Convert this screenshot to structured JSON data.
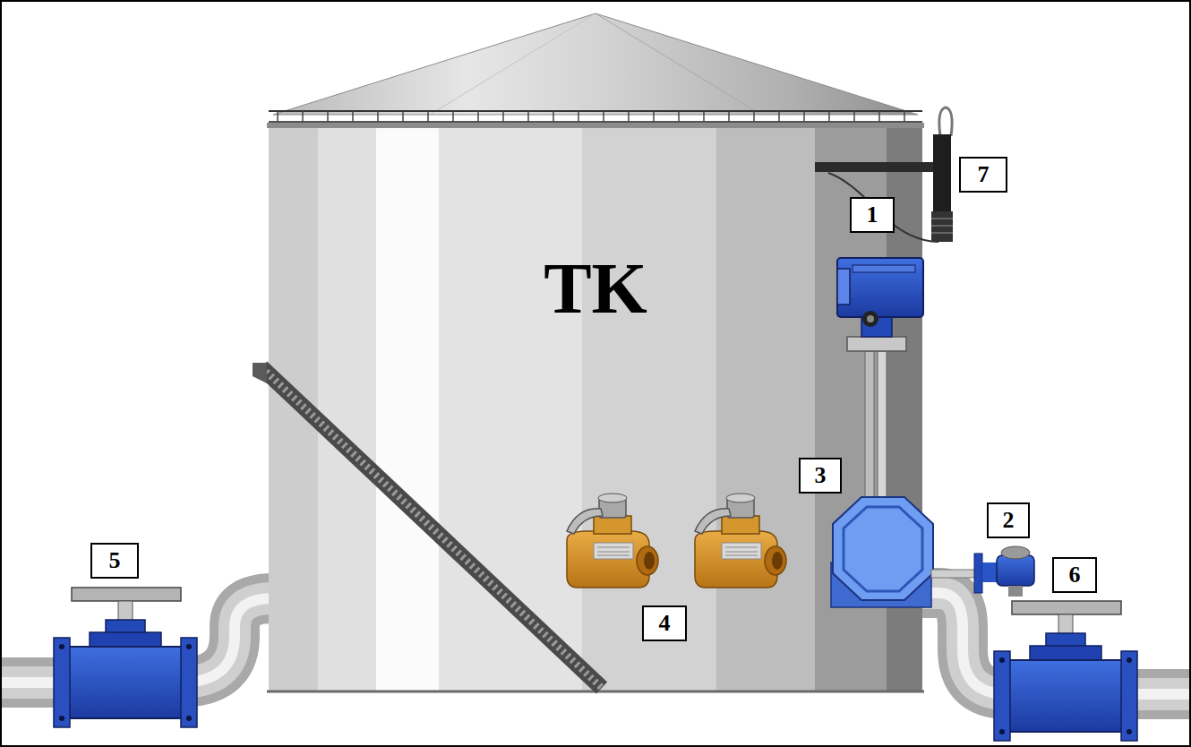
{
  "diagram": {
    "nodes": [
      {
        "text": [
          "TK"
        ]
      },
      {
        "text": [
          "7"
        ]
      },
      {
        "text": [
          "1"
        ]
      },
      {
        "text": [
          "3"
        ]
      },
      {
        "text": [
          "2"
        ]
      },
      {
        "text": [
          "5"
        ]
      },
      {
        "text": [
          "6"
        ]
      },
      {
        "text": [
          "4"
        ]
      }
    ]
  }
}
